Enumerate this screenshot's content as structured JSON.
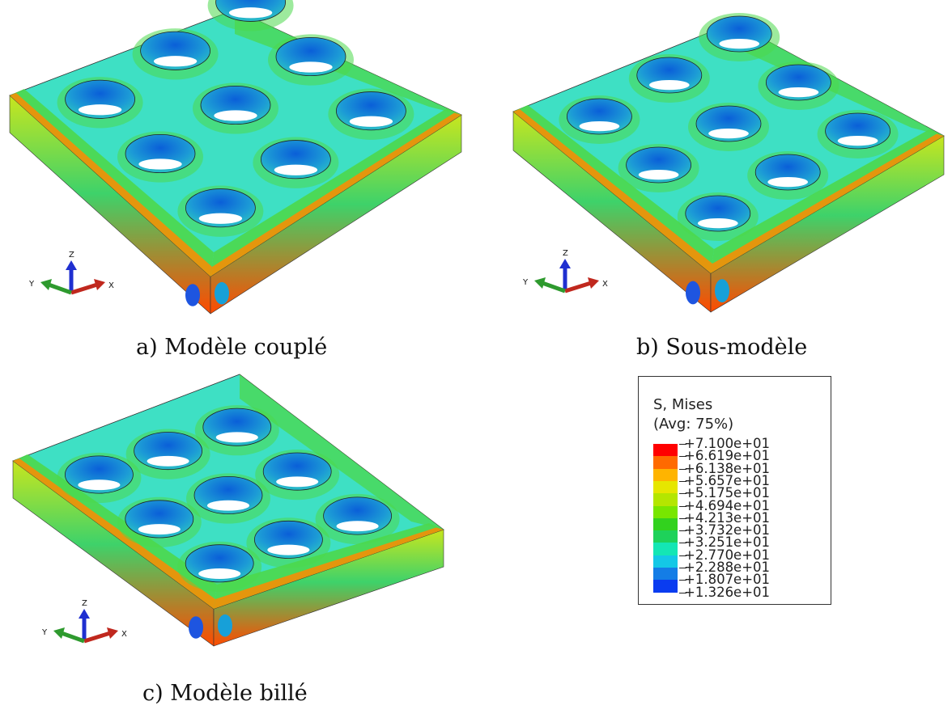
{
  "captions": {
    "a": "a) Modèle couplé",
    "b": "b) Sous-modèle",
    "c": "c) Modèle billé"
  },
  "axes": {
    "x": "X",
    "y": "Y",
    "z": "Z"
  },
  "legend": {
    "title_line1": "S, Mises",
    "title_line2": "(Avg: 75%)",
    "values": [
      "+7.100e+01",
      "+6.619e+01",
      "+6.138e+01",
      "+5.657e+01",
      "+5.175e+01",
      "+4.694e+01",
      "+4.213e+01",
      "+3.732e+01",
      "+3.251e+01",
      "+2.770e+01",
      "+2.288e+01",
      "+1.807e+01",
      "+1.326e+01"
    ],
    "colors": [
      "#ff0000",
      "#ff6a00",
      "#ffb400",
      "#e6e600",
      "#b4e600",
      "#78e600",
      "#32d21e",
      "#1ed25a",
      "#14e6b4",
      "#14c8e6",
      "#147de6",
      "#0a3cf0"
    ]
  },
  "colors": {
    "top_face": "#3ee0c4",
    "green_zone": "#4cd84c",
    "hole_wall": "#1f8fd0",
    "hot": "#ff2a00"
  }
}
